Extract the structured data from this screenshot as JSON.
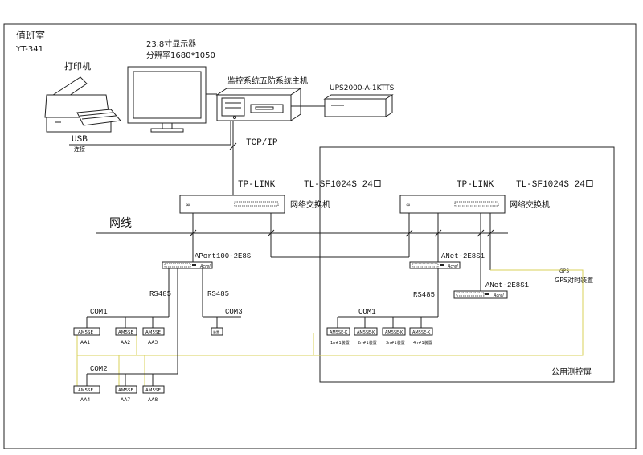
{
  "room": {
    "name": "值班室",
    "code": "YT-341"
  },
  "printer": {
    "label": "打印机",
    "usb": "USB",
    "connect": "连接"
  },
  "monitor": {
    "size": "23.8寸显示器",
    "resolution": "分辨率1680*1050"
  },
  "host": {
    "label": "监控系统五防系统主机"
  },
  "ups": {
    "label": "UPS2000-A-1KTTS"
  },
  "network": {
    "tcpip": "TCP/IP",
    "cable": "网线"
  },
  "switch_left": {
    "brand": "TP-LINK",
    "model": "TL-SF1024S 24口",
    "name": "网络交换机"
  },
  "switch_right": {
    "brand": "TP-LINK",
    "model": "TL-SF1024S 24口",
    "name": "网络交换机"
  },
  "gateway_left": {
    "model": "APort100-2E8S",
    "brand": "Acrel"
  },
  "gateway_right1": {
    "model": "ANet-2E8S1",
    "brand": "Acrel"
  },
  "gateway_right2": {
    "model": "ANet-2E8S1",
    "brand": "Acrel"
  },
  "bus": {
    "rs485": "RS485"
  },
  "gps": {
    "tag": "GPS",
    "label": "GPS对时装置"
  },
  "panel": {
    "label": "公用测控屏"
  },
  "com_left1": {
    "name": "COM1",
    "devices": [
      {
        "model": "AM5SE",
        "label": "AA1"
      },
      {
        "model": "AM5SE",
        "label": "AA2"
      },
      {
        "model": "AM5SE",
        "label": "AA3"
      }
    ]
  },
  "com3": {
    "name": "COM3",
    "device": "装置"
  },
  "com_left2": {
    "name": "COM2",
    "devices": [
      {
        "model": "AM5SE",
        "label": "AA4"
      },
      {
        "model": "AM5SE",
        "label": "AA7"
      },
      {
        "model": "AM5SE",
        "label": "AA8"
      }
    ]
  },
  "com_right1": {
    "name": "COM1",
    "devices": [
      {
        "model": "AM5SE-K",
        "label": "1n#1装置"
      },
      {
        "model": "AM5SE-K",
        "label": "2n#1装置"
      },
      {
        "model": "AM5SE-K",
        "label": "3n#1装置"
      },
      {
        "model": "AM5SE-K",
        "label": "4n#1装置"
      }
    ]
  }
}
